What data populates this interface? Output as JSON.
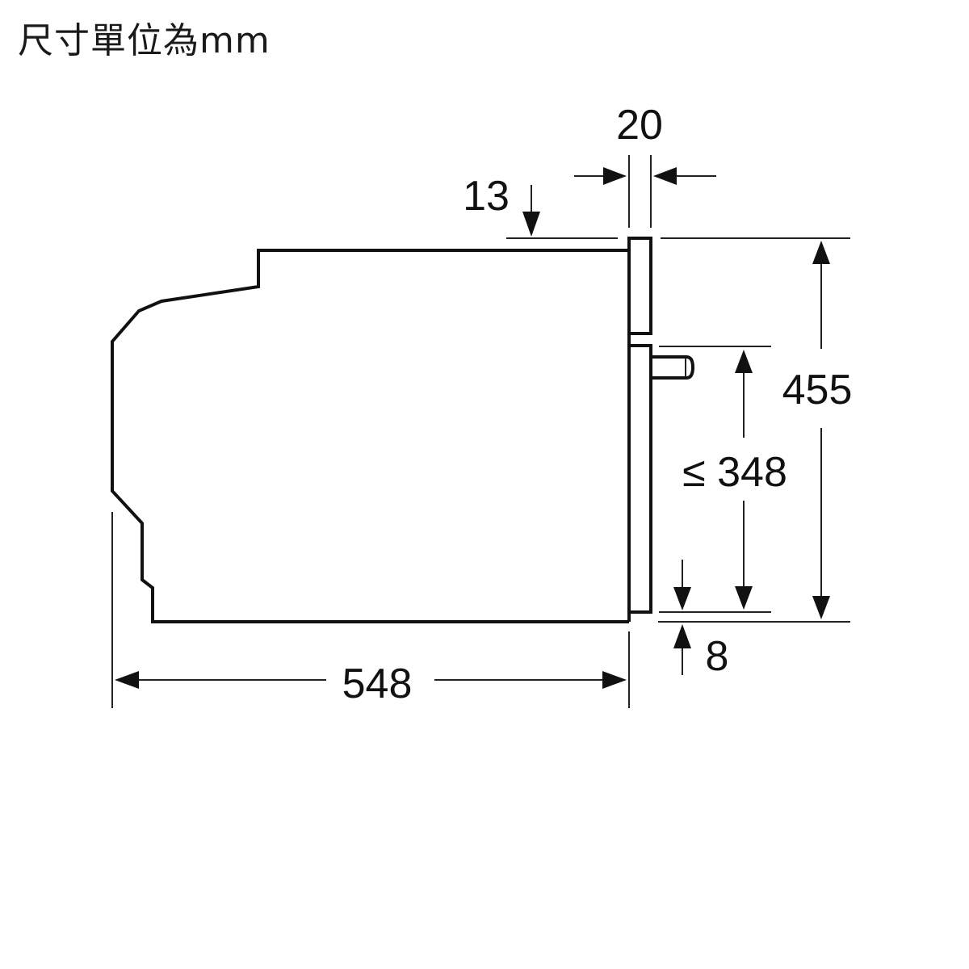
{
  "title": "尺寸單位為mm",
  "drawing": {
    "view": "side view of built-in appliance with door and handle",
    "dimensions": {
      "depth": "548",
      "height": "455",
      "door_height_max": "≤ 348",
      "door_thickness": "20",
      "top_offset": "13",
      "bottom_offset": "8"
    }
  },
  "colors": {
    "line": "#111111",
    "background": "#ffffff"
  }
}
